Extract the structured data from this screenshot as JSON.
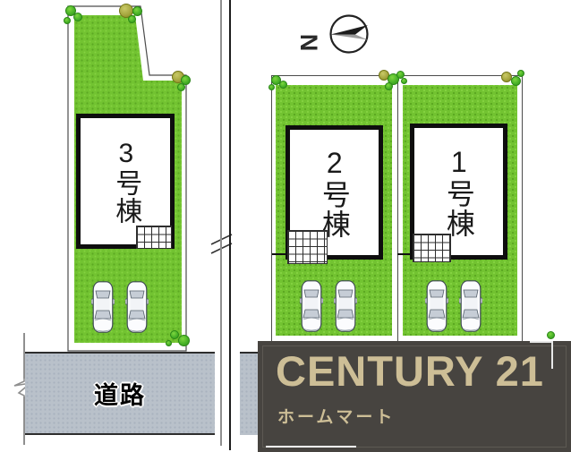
{
  "plan": {
    "compass": {
      "label": "N"
    },
    "lots": [
      {
        "id": "lot-3",
        "building_label": "3号棟"
      },
      {
        "id": "lot-2",
        "building_label": "2号棟"
      },
      {
        "id": "lot-1",
        "building_label": "1号棟"
      }
    ],
    "road_label": "道路"
  },
  "banner": {
    "brand": "CENTURY 21",
    "store_name": "ホームマート"
  },
  "colors": {
    "grass": "#72c331",
    "road": "#b9c1ca",
    "building_border": "#0e0e0e",
    "banner_bg": "#474440",
    "banner_gold": "#cdbe96"
  }
}
